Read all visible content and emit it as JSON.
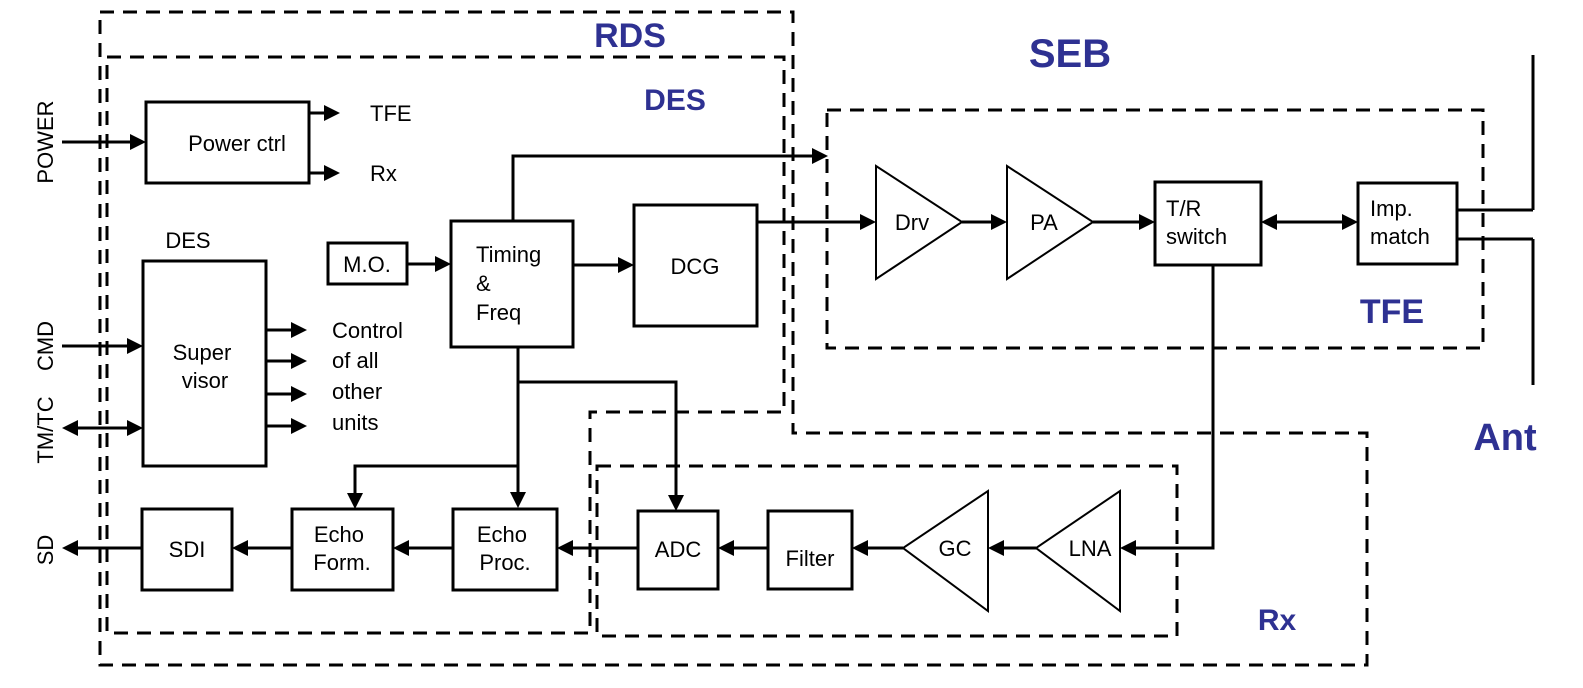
{
  "regions": {
    "rds": "RDS",
    "seb": "SEB",
    "des_region": "DES",
    "tfe_region": "TFE",
    "rx_region": "Rx"
  },
  "io_labels": {
    "power": "POWER",
    "cmd": "CMD",
    "tmtc": "TM/TC",
    "sd": "SD",
    "ant": "Ant"
  },
  "blocks": {
    "power_ctrl": "Power ctrl",
    "power_out_tfe": "TFE",
    "power_out_rx": "Rx",
    "des_label": "DES",
    "supervisor": [
      "Super",
      "visor"
    ],
    "control_text": [
      "Control",
      "of all",
      "other",
      "units"
    ],
    "mo": "M.O.",
    "timing": [
      "Timing",
      "&",
      "Freq"
    ],
    "dcg": "DCG",
    "drv": "Drv",
    "pa": "PA",
    "tr_switch": [
      "T/R",
      "switch"
    ],
    "imp_match": [
      "Imp.",
      "match"
    ],
    "sdi": "SDI",
    "echo_form": [
      "Echo",
      "Form."
    ],
    "echo_proc": [
      "Echo",
      "Proc."
    ],
    "adc": "ADC",
    "filter": "Filter",
    "gc": "GC",
    "lna": "LNA"
  }
}
